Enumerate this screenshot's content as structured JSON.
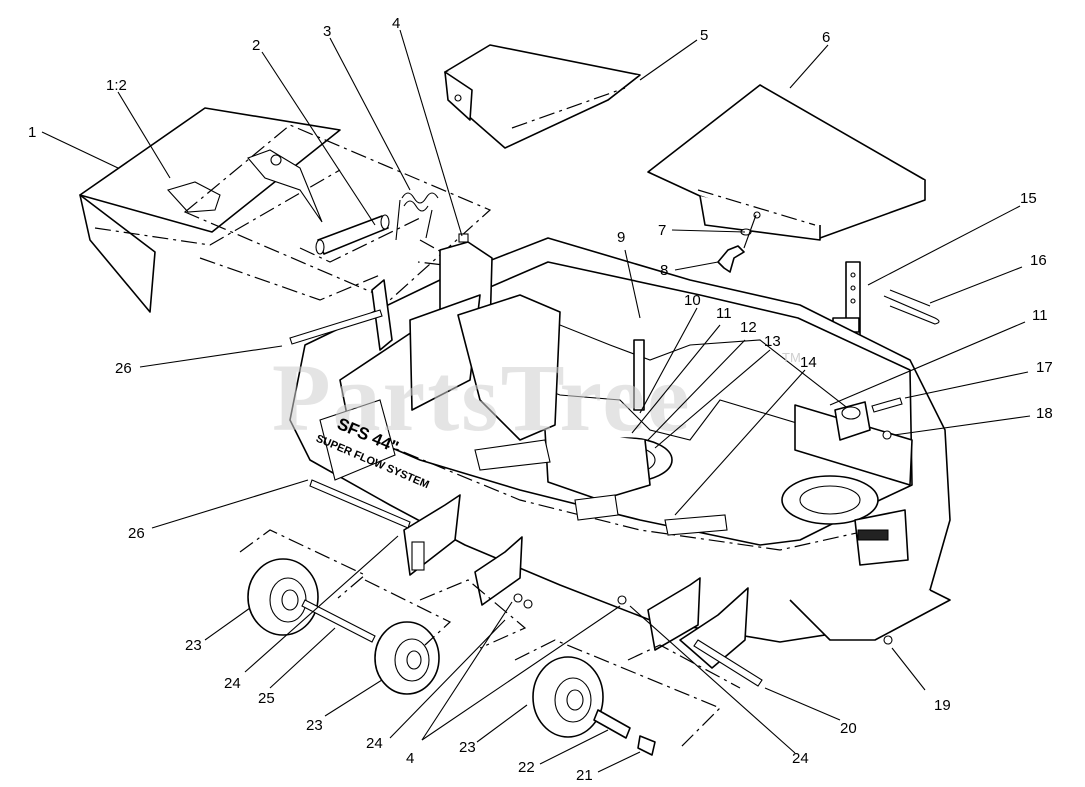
{
  "watermark": {
    "text": "PartsTree",
    "trademark": "TM"
  },
  "deck_decal": {
    "line1": "SFS 44\"",
    "line2": "SUPER FLOW SYSTEM"
  },
  "callouts": [
    {
      "id": "c1",
      "label": "1"
    },
    {
      "id": "c1-2",
      "label": "1:2"
    },
    {
      "id": "c2",
      "label": "2"
    },
    {
      "id": "c3",
      "label": "3"
    },
    {
      "id": "c4a",
      "label": "4"
    },
    {
      "id": "c5",
      "label": "5"
    },
    {
      "id": "c6",
      "label": "6"
    },
    {
      "id": "c7",
      "label": "7"
    },
    {
      "id": "c8",
      "label": "8"
    },
    {
      "id": "c9",
      "label": "9"
    },
    {
      "id": "c10",
      "label": "10"
    },
    {
      "id": "c11a",
      "label": "11"
    },
    {
      "id": "c12",
      "label": "12"
    },
    {
      "id": "c13",
      "label": "13"
    },
    {
      "id": "c14",
      "label": "14"
    },
    {
      "id": "c15",
      "label": "15"
    },
    {
      "id": "c16",
      "label": "16"
    },
    {
      "id": "c11b",
      "label": "11"
    },
    {
      "id": "c17",
      "label": "17"
    },
    {
      "id": "c18",
      "label": "18"
    },
    {
      "id": "c26a",
      "label": "26"
    },
    {
      "id": "c26b",
      "label": "26"
    },
    {
      "id": "c23a",
      "label": "23"
    },
    {
      "id": "c24a",
      "label": "24"
    },
    {
      "id": "c25",
      "label": "25"
    },
    {
      "id": "c23b",
      "label": "23"
    },
    {
      "id": "c24b",
      "label": "24"
    },
    {
      "id": "c4b",
      "label": "4"
    },
    {
      "id": "c23c",
      "label": "23"
    },
    {
      "id": "c22",
      "label": "22"
    },
    {
      "id": "c21",
      "label": "21"
    },
    {
      "id": "c24c",
      "label": "24"
    },
    {
      "id": "c20",
      "label": "20"
    },
    {
      "id": "c19",
      "label": "19"
    }
  ]
}
